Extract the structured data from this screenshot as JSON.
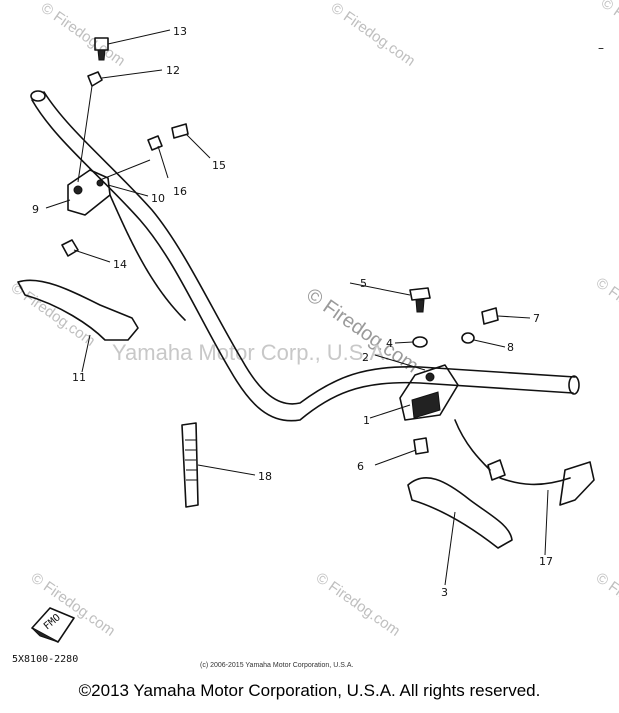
{
  "watermark": {
    "text": "© Firedog.com",
    "center_text": "© Firedog.com",
    "company_text": "Yamaha Motor Corp., U.S.A."
  },
  "part_numbers": [
    "1",
    "2",
    "3",
    "4",
    "5",
    "6",
    "7",
    "8",
    "9",
    "10",
    "11",
    "12",
    "13",
    "14",
    "15",
    "16",
    "17",
    "18"
  ],
  "top_right_mark": "–",
  "diagram_code": "5X8100-2280",
  "stamp_text": "FMO",
  "small_copyright": "(c) 2006-2015 Yamaha Motor Corporation, U.S.A.",
  "footer_copyright": "©2013 Yamaha Motor Corporation, U.S.A. All rights reserved."
}
